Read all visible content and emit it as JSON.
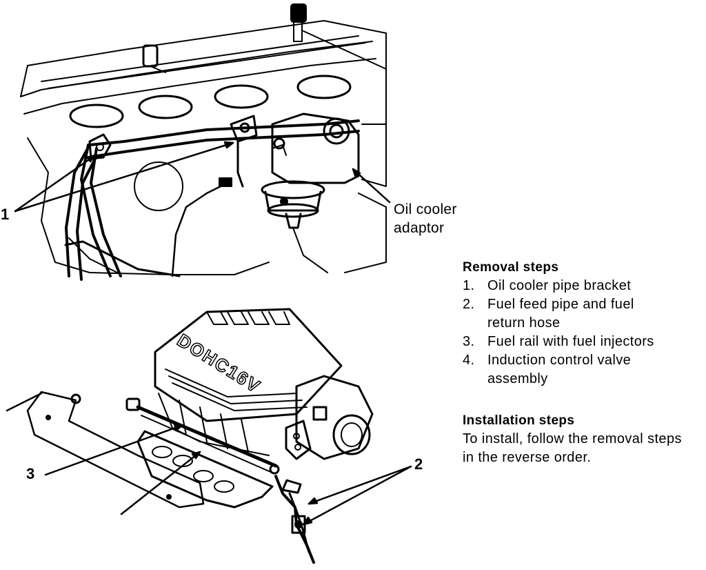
{
  "callouts": {
    "c1": "1",
    "c2": "2",
    "c3": "3"
  },
  "oil_cooler_label": "Oil cooler adaptor",
  "removal": {
    "heading": "Removal steps",
    "steps": [
      {
        "num": "1.",
        "text": "Oil cooler pipe bracket"
      },
      {
        "num": "2.",
        "text": "Fuel feed pipe and fuel return hose"
      },
      {
        "num": "3.",
        "text": "Fuel rail with fuel injectors"
      },
      {
        "num": "4.",
        "text": "Induction control valve assembly"
      }
    ]
  },
  "installation": {
    "heading": "Installation steps",
    "text": "To install, follow the removal steps in the reverse order."
  },
  "engraving": "DOHC16V",
  "colors": {
    "ink": "#000000",
    "paper": "#ffffff"
  }
}
